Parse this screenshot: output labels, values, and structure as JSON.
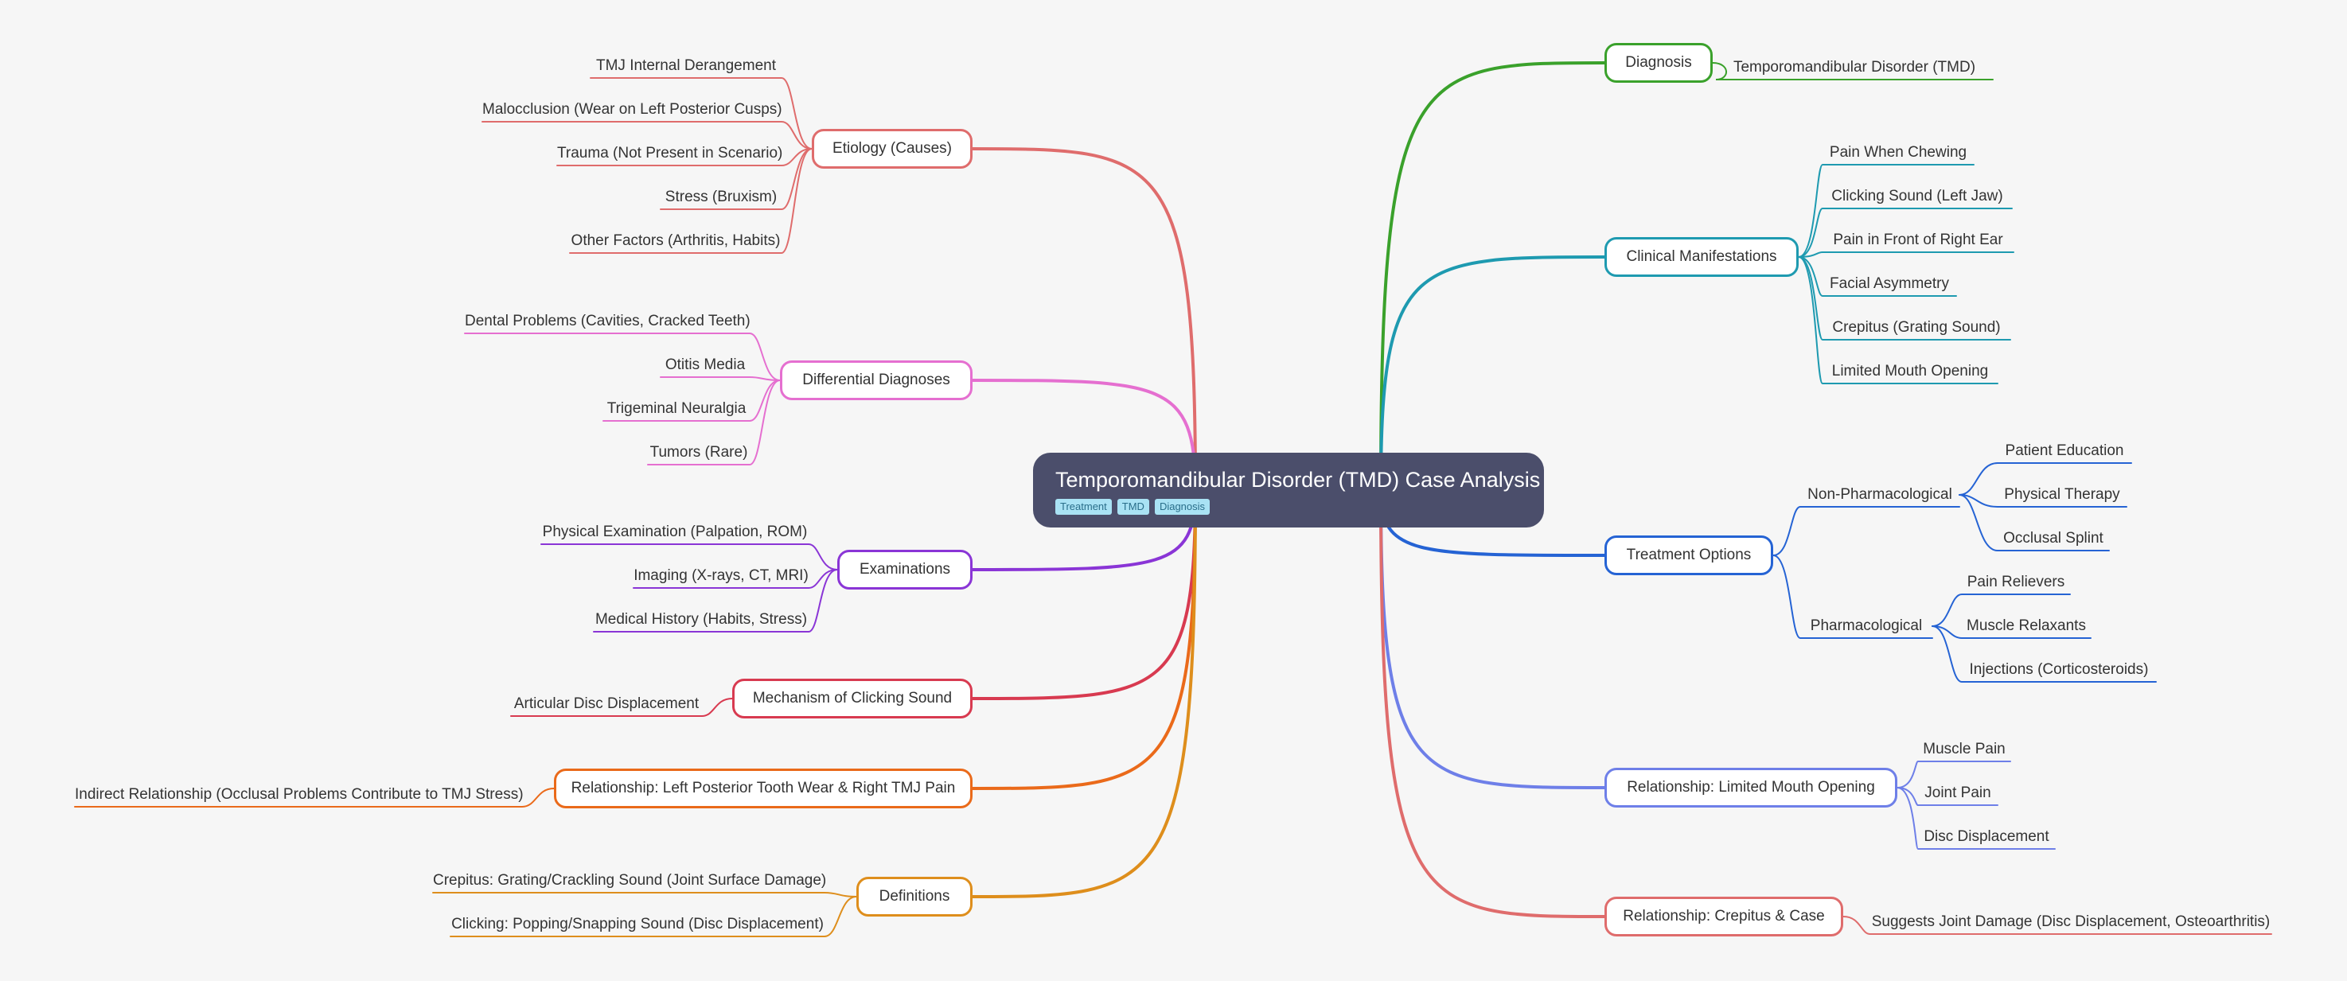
{
  "root": {
    "title": "Temporomandibular Disorder (TMD) Case Analysis",
    "tags": [
      "Treatment",
      "TMD",
      "Diagnosis"
    ]
  },
  "branches": [
    {
      "id": "diagnosis",
      "label": "Diagnosis",
      "color": "#3aa12b",
      "side": "right",
      "children": [
        {
          "label": "Temporomandibular Disorder (TMD)"
        }
      ]
    },
    {
      "id": "clinical",
      "label": "Clinical Manifestations",
      "color": "#1e9ab0",
      "side": "right",
      "children": [
        {
          "label": "Pain When Chewing"
        },
        {
          "label": "Clicking Sound (Left Jaw)"
        },
        {
          "label": "Pain in Front of Right Ear"
        },
        {
          "label": "Facial Asymmetry"
        },
        {
          "label": "Crepitus (Grating Sound)"
        },
        {
          "label": "Limited Mouth Opening"
        }
      ]
    },
    {
      "id": "treatment",
      "label": "Treatment Options",
      "color": "#2563d4",
      "side": "right",
      "children": [
        {
          "label": "Non-Pharmacological",
          "children": [
            {
              "label": "Patient Education"
            },
            {
              "label": "Physical Therapy"
            },
            {
              "label": "Occlusal Splint"
            }
          ]
        },
        {
          "label": "Pharmacological",
          "children": [
            {
              "label": "Pain Relievers"
            },
            {
              "label": "Muscle Relaxants"
            },
            {
              "label": "Injections (Corticosteroids)"
            }
          ]
        }
      ]
    },
    {
      "id": "limited",
      "label": "Relationship: Limited Mouth Opening",
      "color": "#6e7fe8",
      "side": "right",
      "children": [
        {
          "label": "Muscle Pain"
        },
        {
          "label": "Joint Pain"
        },
        {
          "label": "Disc Displacement"
        }
      ]
    },
    {
      "id": "crepitus",
      "label": "Relationship: Crepitus & Case",
      "color": "#df6c6c",
      "side": "right",
      "children": [
        {
          "label": "Suggests Joint Damage (Disc Displacement, Osteoarthritis)"
        }
      ]
    },
    {
      "id": "etiology",
      "label": "Etiology (Causes)",
      "color": "#df6c6c",
      "side": "left",
      "children": [
        {
          "label": "TMJ Internal Derangement"
        },
        {
          "label": "Malocclusion (Wear on Left Posterior Cusps)"
        },
        {
          "label": "Trauma (Not Present in Scenario)"
        },
        {
          "label": "Stress (Bruxism)"
        },
        {
          "label": "Other Factors (Arthritis, Habits)"
        }
      ]
    },
    {
      "id": "differential",
      "label": "Differential Diagnoses",
      "color": "#e56fd0",
      "side": "left",
      "children": [
        {
          "label": "Dental Problems (Cavities, Cracked Teeth)"
        },
        {
          "label": "Otitis Media"
        },
        {
          "label": "Trigeminal Neuralgia"
        },
        {
          "label": "Tumors (Rare)"
        }
      ]
    },
    {
      "id": "exams",
      "label": "Examinations",
      "color": "#8a35d6",
      "side": "left",
      "children": [
        {
          "label": "Physical Examination (Palpation, ROM)"
        },
        {
          "label": "Imaging (X-rays, CT, MRI)"
        },
        {
          "label": "Medical History (Habits, Stress)"
        }
      ]
    },
    {
      "id": "mechanism",
      "label": "Mechanism of Clicking Sound",
      "color": "#d83a50",
      "side": "left",
      "children": [
        {
          "label": "Articular Disc Displacement"
        }
      ]
    },
    {
      "id": "tooth",
      "label": "Relationship: Left Posterior Tooth Wear & Right TMJ Pain",
      "color": "#ea6a1a",
      "side": "left",
      "children": [
        {
          "label": "Indirect Relationship (Occlusal Problems Contribute to TMJ Stress)"
        }
      ]
    },
    {
      "id": "definitions",
      "label": "Definitions",
      "color": "#de8e1c",
      "side": "left",
      "children": [
        {
          "label": "Crepitus: Grating/Crackling Sound (Joint Surface Damage)"
        },
        {
          "label": "Clicking: Popping/Snapping Sound (Disc Displacement)"
        }
      ]
    }
  ]
}
